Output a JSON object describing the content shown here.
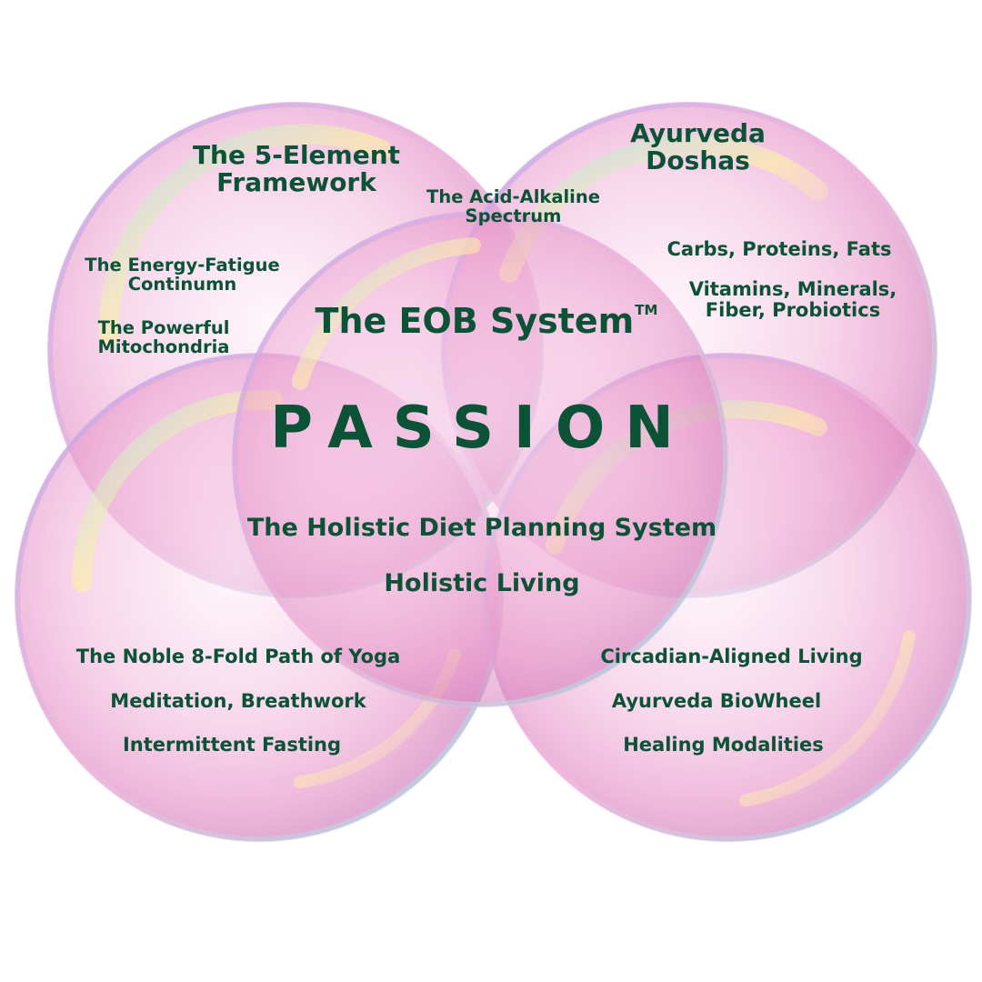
{
  "colors": {
    "text": "#0b5236",
    "bubble_pink": "#e58fc6",
    "bubble_light": "#fbe6f4",
    "rim_cyan": "#9fe0e6",
    "rim_lavender": "#b7a6ea",
    "iridescent_yellow": "#fff1a6"
  },
  "circles": {
    "top_left": {
      "title_line1": "The 5-Element",
      "title_line2": "Framework",
      "item1_line1": "The Energy-Fatigue",
      "item1_line2": "Continumn",
      "item2_line1": "The Powerful",
      "item2_line2": "Mitochondria"
    },
    "top_right": {
      "title_line1": "Ayurveda",
      "title_line2": "Doshas",
      "item1": "Carbs, Proteins, Fats",
      "item2_line1": "Vitamins, Minerals,",
      "item2_line2": "Fiber, Probiotics"
    },
    "top_overlap": {
      "line1": "The Acid-Alkaline",
      "line2": "Spectrum"
    },
    "center": {
      "title": "The EOB System",
      "trademark": "TM",
      "core": "PASSION",
      "sub1": "The Holistic Diet Planning System",
      "sub2": "Holistic Living"
    },
    "bottom_left": {
      "item1": "The Noble 8-Fold Path of Yoga",
      "item2": "Meditation, Breathwork",
      "item3": "Intermittent Fasting"
    },
    "bottom_right": {
      "item1": "Circadian-Aligned Living",
      "item2": "Ayurveda BioWheel",
      "item3": "Healing Modalities"
    }
  }
}
